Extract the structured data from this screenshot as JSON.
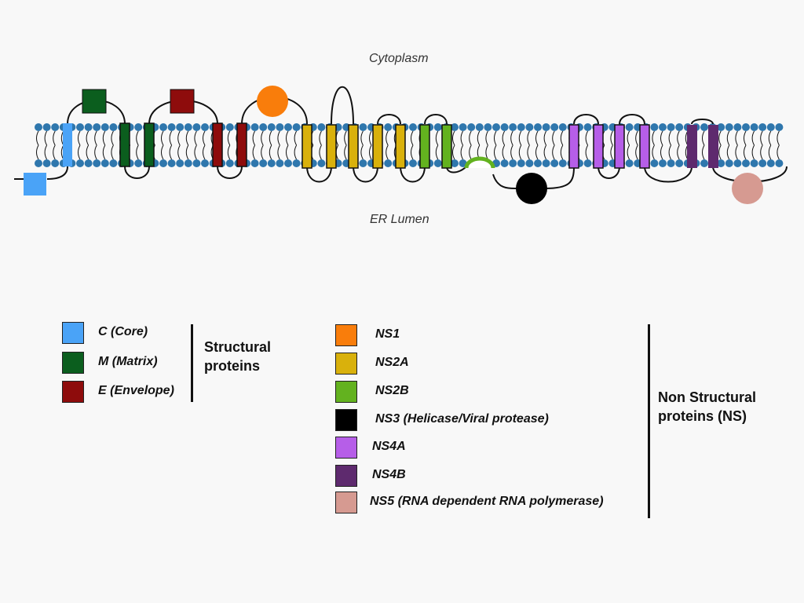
{
  "labels": {
    "cytoplasm": "Cytoplasm",
    "er_lumen": "ER Lumen"
  },
  "colors": {
    "lipid_head": "#2f77ad",
    "membrane_outline": "#111111",
    "background": "#f8f8f8"
  },
  "structural": {
    "group_label_1": "Structural",
    "group_label_2": "proteins",
    "items": [
      {
        "label": "C (Core)",
        "color": "#4aa3f7"
      },
      {
        "label": "M (Matrix)",
        "color": "#0b5e1e"
      },
      {
        "label": "E (Envelope)",
        "color": "#8e0c0c"
      }
    ]
  },
  "non_structural": {
    "group_label_1": "Non Structural",
    "group_label_2": "proteins (NS)",
    "items": [
      {
        "label": "NS1",
        "color": "#f97d0b"
      },
      {
        "label": "NS2A",
        "color": "#d9b10c"
      },
      {
        "label": "NS2B",
        "color": "#63b21f"
      },
      {
        "label": "NS3 (Helicase/Viral protease)",
        "color": "#000000"
      },
      {
        "label": "NS4A",
        "color": "#b65ee8"
      },
      {
        "label": "NS4B",
        "color": "#5e2a6e"
      },
      {
        "label": "NS5 (RNA dependent RNA polymerase)",
        "color": "#d69a91"
      }
    ]
  }
}
